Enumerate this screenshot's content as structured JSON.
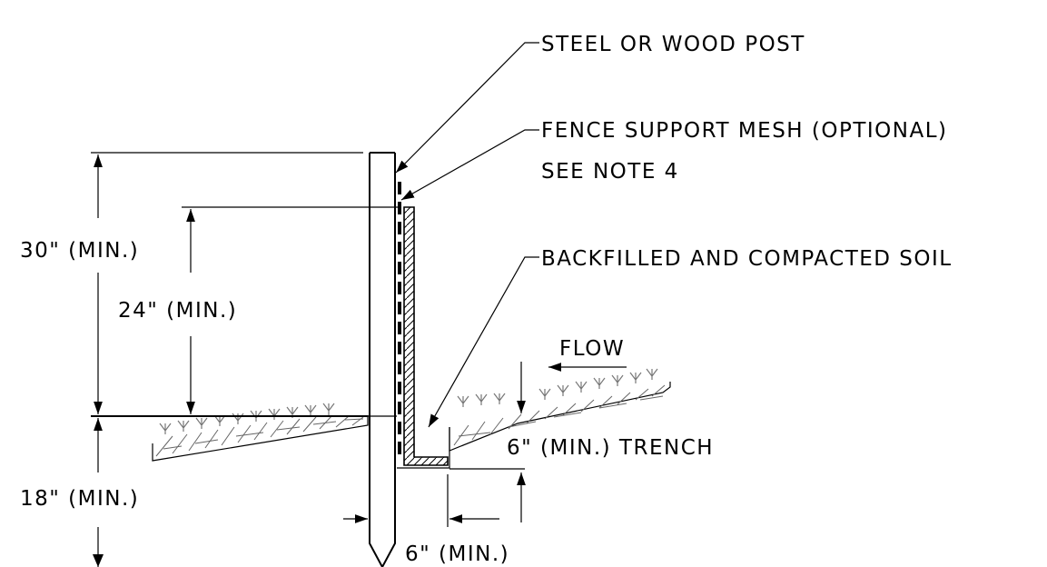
{
  "labels": {
    "post": "STEEL OR WOOD POST",
    "mesh_line1": "FENCE SUPPORT MESH (OPTIONAL)",
    "mesh_line2": "SEE NOTE 4",
    "soil": "BACKFILLED AND COMPACTED SOIL",
    "flow": "FLOW",
    "dim_30": "30\" (MIN.)",
    "dim_24": "24\" (MIN.)",
    "dim_18": "18\" (MIN.)",
    "dim_trench": "6\" (MIN.) TRENCH",
    "dim_6": "6\" (MIN.)"
  }
}
